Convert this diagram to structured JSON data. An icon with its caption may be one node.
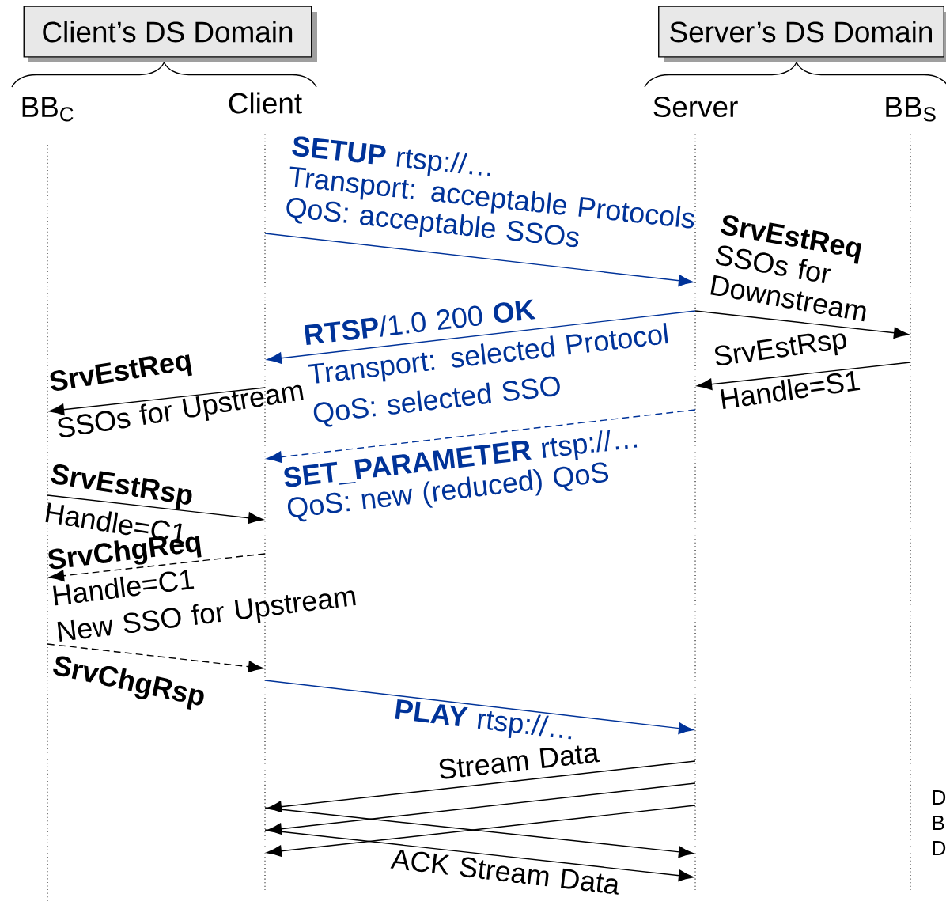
{
  "diagram": {
    "nodes": [
      {
        "text": [
          "Client’s DS Domain"
        ]
      },
      {
        "text": [
          "Server’s DS Domain"
        ]
      },
      {
        "text": [
          "BB$_{C}$"
        ]
      },
      {
        "text": [
          "Client"
        ]
      },
      {
        "text": [
          "Server"
        ]
      },
      {
        "text": [
          "BB$_{S}$"
        ]
      },
      {
        "text": [],
        "shape": "line"
      },
      {
        "text": [],
        "shape": "line"
      },
      {
        "text": [],
        "shape": "line"
      },
      {
        "text": [],
        "shape": "line"
      }
    ],
    "edges": [
      {
        "from": 7,
        "to": 8,
        "arrow": "to",
        "color": "#003399",
        "label": "**SETUP** rtsp://… Transport: acceptable Protocols QoS: acceptable SSOs"
      },
      {
        "from": 8,
        "to": 9,
        "arrow": "to",
        "label": "**SrvEstReq** SSOs for Downstream"
      },
      {
        "from": 8,
        "to": 7,
        "arrow": "to",
        "color": "#003399",
        "label": "**RTSP**/1.0 200 **OK** Transport: selected Protocol QoS: selected SSO"
      },
      {
        "from": 9,
        "to": 8,
        "arrow": "to",
        "label": "SrvEstRsp Handle=S1"
      },
      {
        "from": 7,
        "to": 6,
        "arrow": "to",
        "label": "**SrvEstReq** SSOs for Upstream"
      },
      {
        "from": 8,
        "to": 7,
        "arrow": "to",
        "style": "dashed",
        "color": "#003399",
        "label": "**SET_PARAMETER** rtsp://… QoS: new (reduced) QoS"
      },
      {
        "from": 6,
        "to": 7,
        "arrow": "to",
        "label": "**SrvEstRsp** Handle=C1"
      },
      {
        "from": 7,
        "to": 6,
        "arrow": "to",
        "style": "dashed",
        "label": "**SrvChgReq** Handle=C1 New SSO for Upstream"
      },
      {
        "from": 6,
        "to": 7,
        "arrow": "to",
        "style": "dashed",
        "label": "**SrvChgRsp**"
      },
      {
        "from": 7,
        "to": 8,
        "arrow": "to",
        "color": "#003399",
        "label": "**PLAY** rtsp://…"
      },
      {
        "from": 8,
        "to": 7,
        "arrow": "to",
        "label": "Stream Data"
      },
      {
        "from": 8,
        "to": 7,
        "arrow": "to"
      },
      {
        "from": 8,
        "to": 7,
        "arrow": "to"
      },
      {
        "from": 7,
        "to": 8,
        "arrow": "to"
      },
      {
        "from": 7,
        "to": 8,
        "arrow": "to",
        "label": "ACK Stream Data"
      }
    ],
    "labels": [
      "D",
      "B",
      "D"
    ]
  }
}
